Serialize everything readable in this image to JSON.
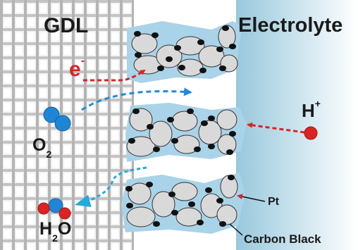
{
  "labels": {
    "gdl": "GDL",
    "electrolyte": "Electrolyte",
    "electron": "e",
    "electron_sup": "-",
    "proton": "H",
    "proton_sup": "+",
    "oxygen": "O",
    "oxygen_sub": "2",
    "water_h": "H",
    "water_sub": "2",
    "water_o": "O",
    "platinum": "Pt",
    "carbon_black": "Carbon Black"
  },
  "colors": {
    "gdl_fill": "#ffffff",
    "gdl_lines": "#b8b8b8",
    "ionomer": "#a9d3e8",
    "carbon": "#d9d9d9",
    "platinum": "#111111",
    "electrolyte_dark": "#98c8dc",
    "electrolyte_light": "#ffffff",
    "electron_arrow": "#dd2222",
    "oxygen_arrow": "#2289dd",
    "water_arrow": "#22aadd",
    "oxygen_atom": "#1f86d6",
    "hydrogen_atom": "#dd2222",
    "proton_atom": "#dd2222"
  }
}
